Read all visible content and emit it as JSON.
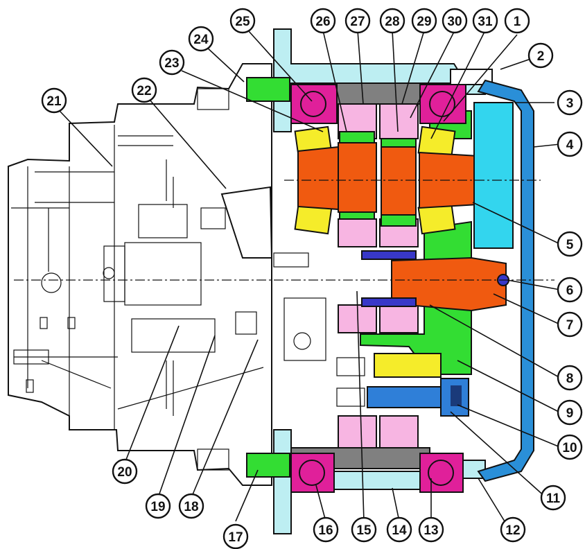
{
  "diagram": {
    "callouts": [
      {
        "id": "c1",
        "label": "1"
      },
      {
        "id": "c2",
        "label": "2"
      },
      {
        "id": "c3",
        "label": "3"
      },
      {
        "id": "c4",
        "label": "4"
      },
      {
        "id": "c5",
        "label": "5"
      },
      {
        "id": "c6",
        "label": "6"
      },
      {
        "id": "c7",
        "label": "7"
      },
      {
        "id": "c8",
        "label": "8"
      },
      {
        "id": "c9",
        "label": "9"
      },
      {
        "id": "c10",
        "label": "10"
      },
      {
        "id": "c11",
        "label": "11"
      },
      {
        "id": "c12",
        "label": "12"
      },
      {
        "id": "c13",
        "label": "13"
      },
      {
        "id": "c14",
        "label": "14"
      },
      {
        "id": "c15",
        "label": "15"
      },
      {
        "id": "c16",
        "label": "16"
      },
      {
        "id": "c17",
        "label": "17"
      },
      {
        "id": "c18",
        "label": "18"
      },
      {
        "id": "c19",
        "label": "19"
      },
      {
        "id": "c20",
        "label": "20"
      },
      {
        "id": "c21",
        "label": "21"
      },
      {
        "id": "c22",
        "label": "22"
      },
      {
        "id": "c23",
        "label": "23"
      },
      {
        "id": "c24",
        "label": "24"
      },
      {
        "id": "c25",
        "label": "25"
      },
      {
        "id": "c26",
        "label": "26"
      },
      {
        "id": "c27",
        "label": "27"
      },
      {
        "id": "c28",
        "label": "28"
      },
      {
        "id": "c29",
        "label": "29"
      },
      {
        "id": "c30",
        "label": "30"
      },
      {
        "id": "c31",
        "label": "31"
      }
    ],
    "colors": {
      "housing": "#bdeef2",
      "cover": "#2a8fd8",
      "gear_orange": "#f05a10",
      "bearing_yellow": "#f5ec2a",
      "seal_green": "#33dd33",
      "pink": "#f7b5e2",
      "magenta": "#e0209a",
      "cyan": "#33d5ee",
      "blue_bolt": "#2f7fd8",
      "ring_gray": "#808080",
      "spacer_blue": "#3838c8"
    }
  }
}
